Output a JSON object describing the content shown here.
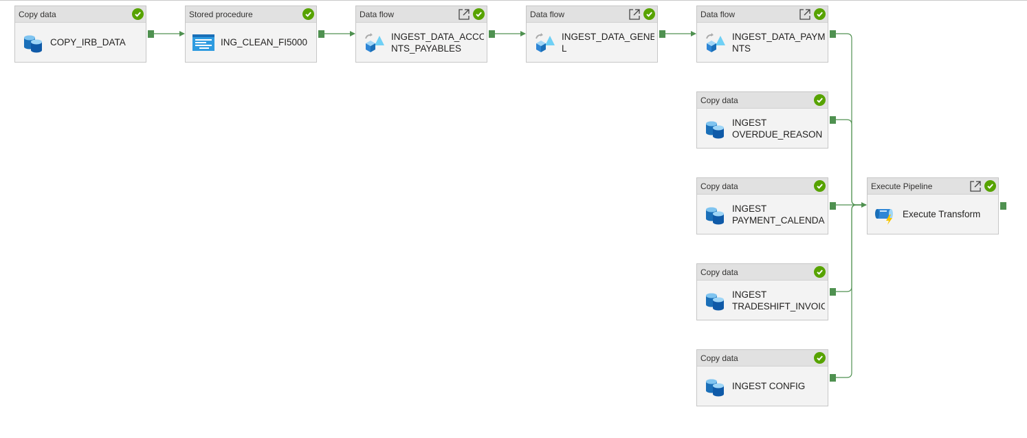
{
  "colors": {
    "success": "#57a300",
    "connector": "#4f9150"
  },
  "activities": [
    {
      "type": "Copy data",
      "name": "COPY_IRB_DATA",
      "icon": "copy-data-icon",
      "status": "succeeded-icon"
    },
    {
      "type": "Stored procedure",
      "name": "ING_CLEAN_FI5000",
      "icon": "stored-procedure-icon",
      "status": "succeeded-icon"
    },
    {
      "type": "Data flow",
      "name": "INGEST_DATA_ACCOU\nNTS_PAYABLES",
      "icon": "data-flow-icon",
      "status": "succeeded-icon"
    },
    {
      "type": "Data flow",
      "name": "INGEST_DATA_GENERA\nL",
      "icon": "data-flow-icon",
      "status": "succeeded-icon"
    },
    {
      "type": "Data flow",
      "name": "INGEST_DATA_PAYME\nNTS",
      "icon": "data-flow-icon",
      "status": "succeeded-icon"
    },
    {
      "type": "Copy data",
      "name": "INGEST\nOVERDUE_REASON",
      "icon": "copy-data-icon",
      "status": "succeeded-icon"
    },
    {
      "type": "Copy data",
      "name": "INGEST\nPAYMENT_CALENDAR",
      "icon": "copy-data-icon",
      "status": "succeeded-icon"
    },
    {
      "type": "Copy data",
      "name": "INGEST\nTRADESHIFT_INVOIC...",
      "icon": "copy-data-icon",
      "status": "succeeded-icon"
    },
    {
      "type": "Copy data",
      "name": "INGEST CONFIG",
      "icon": "copy-data-icon",
      "status": "succeeded-icon"
    },
    {
      "type": "Execute Pipeline",
      "name": "Execute Transform",
      "icon": "execute-pipeline-icon",
      "status": "succeeded-icon"
    }
  ]
}
